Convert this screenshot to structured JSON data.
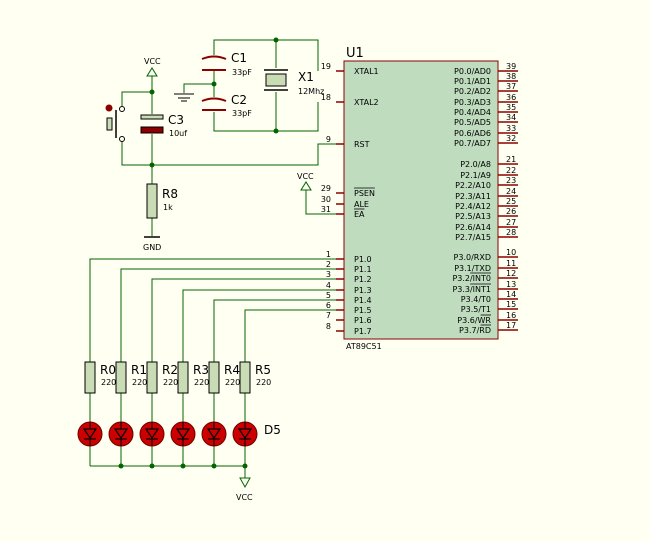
{
  "colors": {
    "background": "#fffff2",
    "wire": "#006400",
    "pin": "#8b0000",
    "chip_fill": "#bfdcbf",
    "chip_stroke": "#8b0000",
    "part_fill": "#c9dcb6",
    "led": "#cc0000"
  },
  "mcu": {
    "ref": "U1",
    "part": "AT89C51",
    "left_pins": [
      {
        "num": "19",
        "name": "XTAL1"
      },
      {
        "num": "18",
        "name": "XTAL2"
      },
      {
        "num": "9",
        "name": "RST"
      },
      {
        "num": "29",
        "name": "PSEN"
      },
      {
        "num": "30",
        "name": "ALE"
      },
      {
        "num": "31",
        "name": "EA"
      },
      {
        "num": "1",
        "name": "P1.0"
      },
      {
        "num": "2",
        "name": "P1.1"
      },
      {
        "num": "3",
        "name": "P1.2"
      },
      {
        "num": "4",
        "name": "P1.3"
      },
      {
        "num": "5",
        "name": "P1.4"
      },
      {
        "num": "6",
        "name": "P1.5"
      },
      {
        "num": "7",
        "name": "P1.6"
      },
      {
        "num": "8",
        "name": "P1.7"
      }
    ],
    "right_pins": [
      {
        "num": "39",
        "name": "P0.0/AD0"
      },
      {
        "num": "38",
        "name": "P0.1/AD1"
      },
      {
        "num": "37",
        "name": "P0.2/AD2"
      },
      {
        "num": "36",
        "name": "P0.3/AD3"
      },
      {
        "num": "35",
        "name": "P0.4/AD4"
      },
      {
        "num": "34",
        "name": "P0.5/AD5"
      },
      {
        "num": "33",
        "name": "P0.6/AD6"
      },
      {
        "num": "32",
        "name": "P0.7/AD7"
      },
      {
        "num": "21",
        "name": "P2.0/A8"
      },
      {
        "num": "22",
        "name": "P2.1/A9"
      },
      {
        "num": "23",
        "name": "P2.2/A10"
      },
      {
        "num": "24",
        "name": "P2.3/A11"
      },
      {
        "num": "25",
        "name": "P2.4/A12"
      },
      {
        "num": "26",
        "name": "P2.5/A13"
      },
      {
        "num": "27",
        "name": "P2.6/A14"
      },
      {
        "num": "28",
        "name": "P2.7/A15"
      },
      {
        "num": "10",
        "name": "P3.0/RXD"
      },
      {
        "num": "11",
        "name": "P3.1/TXD"
      },
      {
        "num": "12",
        "name": "P3.2/INT0"
      },
      {
        "num": "13",
        "name": "P3.3/INT1"
      },
      {
        "num": "14",
        "name": "P3.4/T0"
      },
      {
        "num": "15",
        "name": "P3.5/T1"
      },
      {
        "num": "16",
        "name": "P3.6/WR"
      },
      {
        "num": "17",
        "name": "P3.7/RD"
      }
    ]
  },
  "parts": {
    "c1": {
      "ref": "C1",
      "value": "33pF"
    },
    "c2": {
      "ref": "C2",
      "value": "33pF"
    },
    "x1": {
      "ref": "X1",
      "value": "12Mhz"
    },
    "c3": {
      "ref": "C3",
      "value": "10uf"
    },
    "r8": {
      "ref": "R8",
      "value": "1k"
    },
    "resistors": [
      {
        "ref": "R0",
        "value": "220"
      },
      {
        "ref": "R1",
        "value": "220"
      },
      {
        "ref": "R2",
        "value": "220"
      },
      {
        "ref": "R3",
        "value": "220"
      },
      {
        "ref": "R4",
        "value": "220"
      },
      {
        "ref": "R5",
        "value": "220"
      }
    ],
    "leds": [
      {
        "ref": ""
      },
      {
        "ref": ""
      },
      {
        "ref": ""
      },
      {
        "ref": ""
      },
      {
        "ref": ""
      },
      {
        "ref": "D5"
      }
    ]
  },
  "power": {
    "vcc_top": "VCC",
    "gnd": "GND",
    "vcc_ea": "VCC",
    "vcc_bottom": "VCC"
  }
}
